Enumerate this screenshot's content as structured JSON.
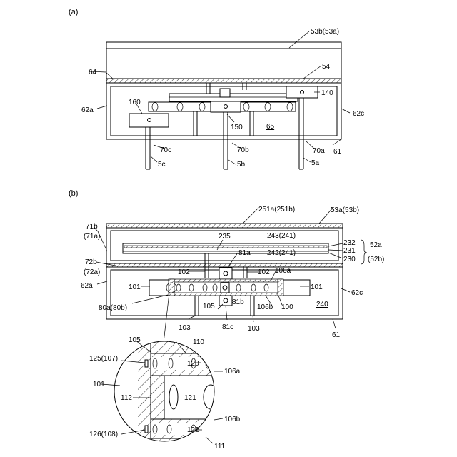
{
  "panel_a": {
    "tag": "(a)",
    "labels": {
      "l53b": "53b(53a)",
      "l54": "54",
      "l64": "64",
      "l62a": "62a",
      "l62c": "62c",
      "l160": "160",
      "l140": "140",
      "l150": "150",
      "l65": "65",
      "l70c": "70c",
      "l70b": "70b",
      "l70a": "70a",
      "l61": "61",
      "l5c": "5c",
      "l5b": "5b",
      "l5a": "5a"
    }
  },
  "panel_b": {
    "tag": "(b)",
    "labels": {
      "l251a": "251a(251b)",
      "l53a": "53a(53b)",
      "l71b": "71b",
      "l71a": "(71a)",
      "l235": "235",
      "l243": "243(241)",
      "l232": "232",
      "l52a": "52a",
      "l231": "231",
      "l242": "242(241)",
      "l81a": "81a",
      "l230": "230",
      "l52b": "(52b)",
      "l72b": "72b",
      "l72a": "(72a)",
      "l102a": "102",
      "l102b": "102",
      "l106a": "106a",
      "l62a": "62a",
      "l101a": "101",
      "l101b": "101",
      "l62c": "62c",
      "l80a": "80a(80b)",
      "l105": "105",
      "l81b": "81b",
      "l106b": "106b",
      "l100": "100",
      "l240": "240",
      "l103a": "103",
      "l81c": "81c",
      "l103b": "103",
      "l61": "61"
    }
  },
  "detail": {
    "labels": {
      "l105": "105",
      "l110": "110",
      "l125": "125(107)",
      "l120": "120",
      "l106a": "106a",
      "l101": "101",
      "l112": "112",
      "l121": "121",
      "l106b": "106b",
      "l126": "126(108)",
      "l122": "122",
      "l111": "111"
    }
  }
}
